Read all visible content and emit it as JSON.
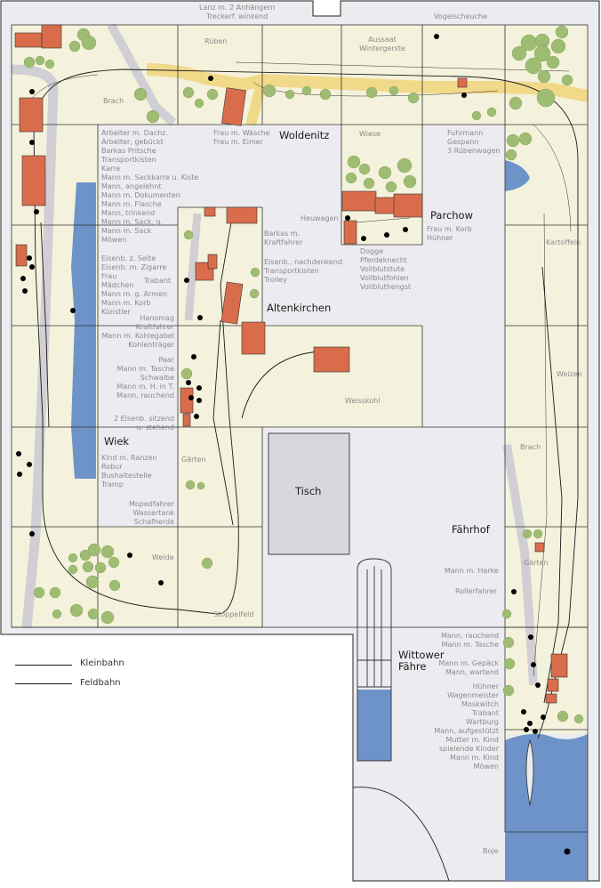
{
  "colors": {
    "board": "#ecebef",
    "field": "#f4f2dc",
    "road": "#f1d98a",
    "building": "#d96d4b",
    "tree": "#9fbc73",
    "water": "#6d93c8",
    "track": "#1a1a1a",
    "grid": "#333333",
    "label": "#8a8a8a"
  },
  "places": {
    "woldenitz": "Woldenitz",
    "parchow": "Parchow",
    "altenkirchen": "Altenkirchen",
    "wiek": "Wiek",
    "tisch": "Tisch",
    "faehrhof": "Fährhof",
    "wittower_faehre": "Wittower\nFähre"
  },
  "labels": {
    "top_lanz": "Lanz m. 2 Anhängern\nTreckerf. winkend",
    "vogelscheuche": "Vogelscheuche",
    "rueben": "Rüben",
    "aussaat": "Aussaat\nWintergerste",
    "brach_nw": "Brach",
    "frau_waesche": "Frau m. Wäsche\nFrau m. Eimer",
    "wiese": "Wiese",
    "fuhrmann": "Fuhrmann\nGespann\n3 Rübenwagen",
    "arbeiter_list": "Arbeiter m. Dachz.\nArbeiter, gebückt\nBarkas Pritsche\nTransportkisten\nKarre\nMann m. Sackkarre u. Kiste\nMann, angelehnt\nMann m. Dokumenten\nMann m. Flasche\nMann, trinkend\nMann m. Sack, g.\nMann m. Sack\nMöwen",
    "heuwagen": "Heuwagen",
    "frau_korb": "Frau m. Korb\nHühner",
    "kartoffeln": "Kartoffeln",
    "barkas_kraft": "Barkas m.\nKraftfahrer",
    "eisenb_nachdenkend": "Eisenb., nachdenkend\nTransportkisten\nTrolley",
    "dogge": "Dogge\nPferdeknecht\nVollblutstute\nVollblutfohlen\nVollbluthengst",
    "eisenb_seite": "Eisenb. z. Seite\nEisenb. m. Zigarre",
    "frau_list": "Frau\nMädchen\nMann m. g. Armen\nMann m. Korb\nKünstler",
    "trabant_w": "Trabant",
    "hanomag": "Hanomag\nKraftfahrer\nMann m. Kohlegabel\nKohlenträger",
    "paar_list": "Paar\nMann m. Tasche\nSchwalbe\nMann m. H. in T.\nMann, rauchend",
    "weizen": "Weizen",
    "weisskohl": "Weisskohl",
    "zwei_eisenb": "2 Eisenb. sitzend\nu. stehend",
    "brach_e": "Brach",
    "kind_list": "Kind m. Ranzen\nRobur\nBushaltestelle\nTramp",
    "gaerten_w": "Gärten",
    "moped_list": "Mopedfahrer\nWassertank\nSchafherde",
    "weide": "Weide",
    "gaerten_e": "Gärten",
    "mann_harke": "Mann m. Harke",
    "rollerfahrer": "Rollerfahrer",
    "stoppelfeld": "Stoppelfeld",
    "faehr_list_a": "Mann, rauchend\nMann m. Tasche",
    "faehr_list_b": "Mann m. Gepäck\nMann, wartend",
    "faehr_list_c": "Hühner\nWagenmeister\nMoskwitch\nTrabant\nWartburg\nMann, aufgestützt\nMutter m. Kind\nspielende Kinder\nMann m. Kind\nMöwen",
    "boje": "Boje"
  },
  "legend": {
    "kleinbahn": "Kleinbahn",
    "feldbahn": "Feldbahn"
  }
}
